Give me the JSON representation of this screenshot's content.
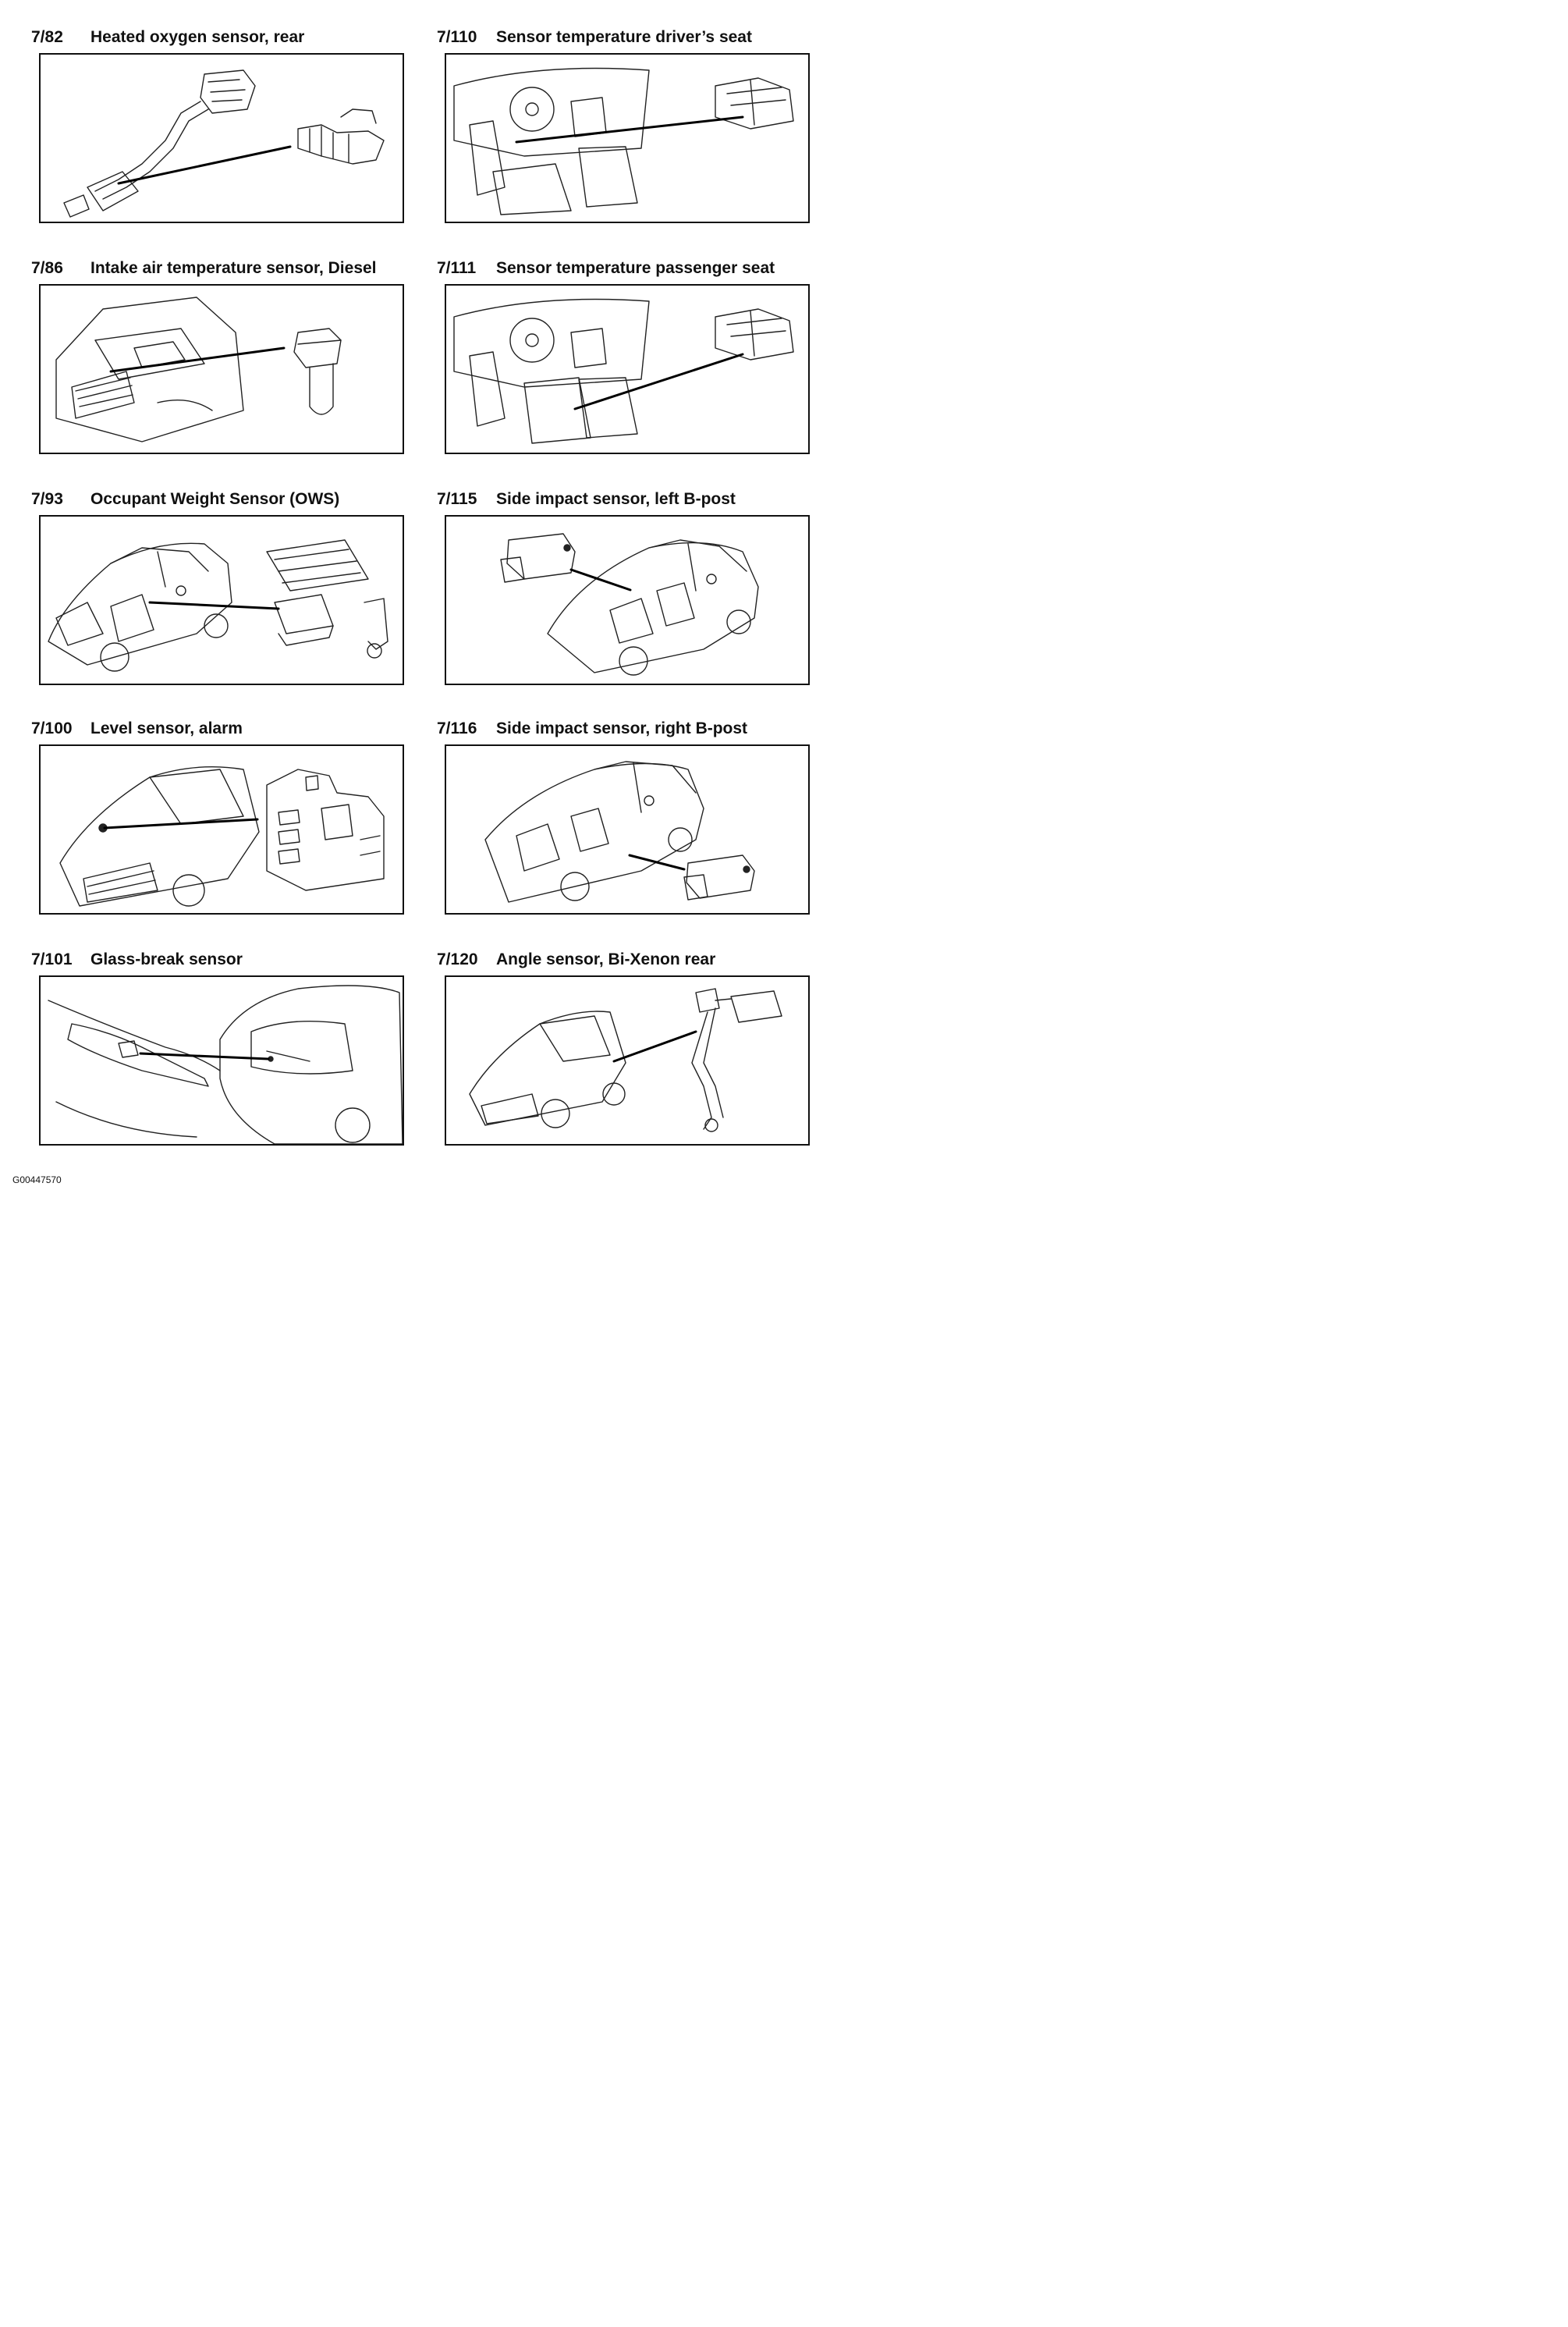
{
  "panels": [
    {
      "code": "7/82",
      "title": "Heated oxygen sensor, rear",
      "icon": "exhaust-pipe-with-oxygen-sensor"
    },
    {
      "code": "7/110",
      "title": "Sensor temperature driver’s seat",
      "icon": "car-interior-with-seat-cushion"
    },
    {
      "code": "7/86",
      "title": "Intake air temperature sensor, Diesel",
      "icon": "engine-bay-with-temperature-sensor"
    },
    {
      "code": "7/111",
      "title": "Sensor temperature passenger seat",
      "icon": "car-interior-with-seat-cushion"
    },
    {
      "code": "7/93",
      "title": "Occupant Weight Sensor (OWS)",
      "icon": "car-cutaway-with-weight-sensor"
    },
    {
      "code": "7/115",
      "title": "Side impact sensor, left B-post",
      "icon": "car-cutaway-with-impact-sensor"
    },
    {
      "code": "7/100",
      "title": "Level sensor, alarm",
      "icon": "car-front-with-level-sensor"
    },
    {
      "code": "7/116",
      "title": "Side impact sensor, right B-post",
      "icon": "car-cutaway-with-impact-sensor"
    },
    {
      "code": "7/101",
      "title": "Glass-break sensor",
      "icon": "car-rear-with-glass-break-sensor"
    },
    {
      "code": "7/120",
      "title": "Angle sensor, Bi-Xenon rear",
      "icon": "car-with-headlamp-angle-sensor"
    }
  ],
  "figure_id": "G00447570"
}
